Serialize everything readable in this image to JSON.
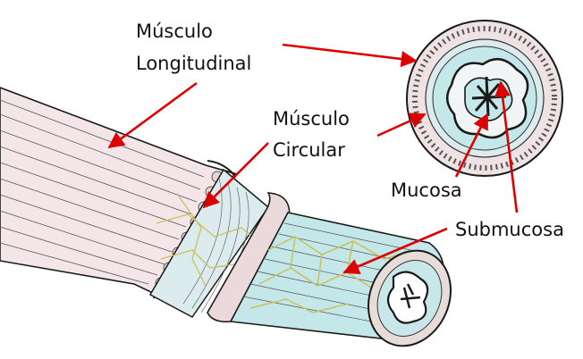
{
  "labels": {
    "longitudinal_line1": "Músculo",
    "longitudinal_line2": "Longitudinal",
    "circular_line1": "Músculo",
    "circular_line2": "Circular",
    "mucosa": "Mucosa",
    "submucosa": "Submucosa"
  },
  "colors": {
    "arrow": "#dd0000",
    "outer_muscle": "#f2e3e6",
    "circular_layer": "#dcecee",
    "submucosa_layer": "#bfe6ea",
    "nerve_plexus": "#d8d38a",
    "ink": "#1a1a1a"
  }
}
